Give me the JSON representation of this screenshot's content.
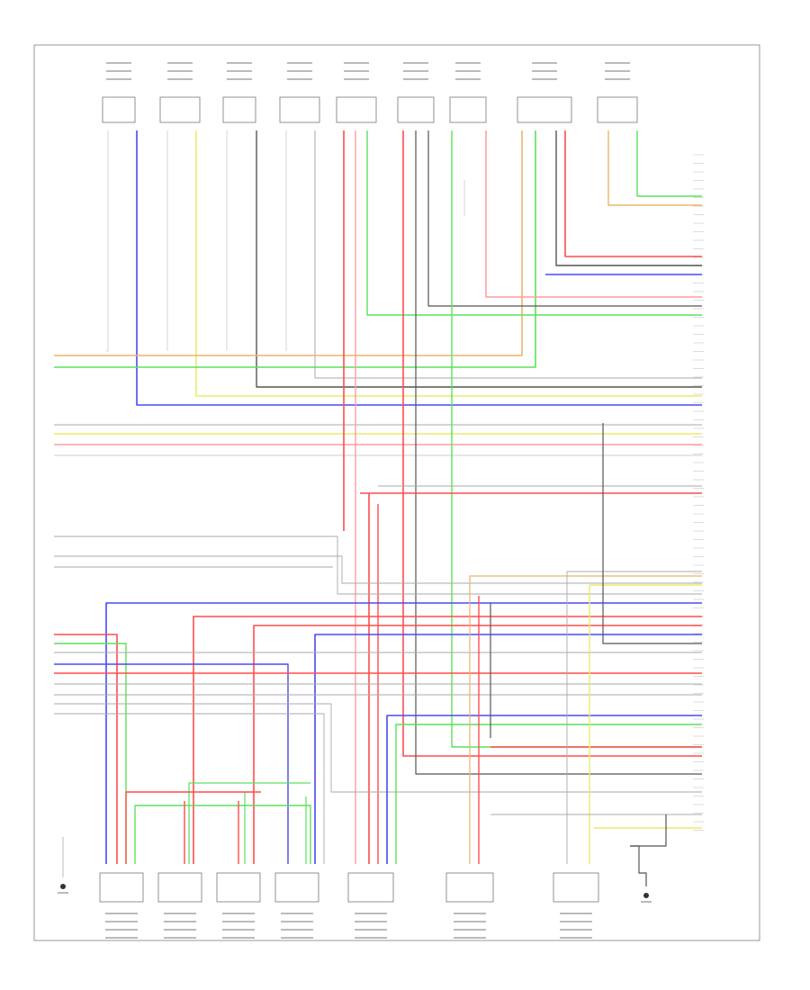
{
  "diagram": {
    "footer_code": "",
    "colors": {
      "red": "#ff4d4d",
      "pink": "#ff9e9e",
      "blue": "#4a4af5",
      "green": "#5ce05c",
      "yellow": "#ebeb6c",
      "orange": "#e9b56b",
      "dark_gray": "#555555",
      "gray": "#aaaaaa",
      "light_gray": "#cccccc",
      "frame": "#999999"
    },
    "top_components": [
      {
        "id": "top-1",
        "label": ""
      },
      {
        "id": "top-2",
        "label": ""
      },
      {
        "id": "top-3",
        "label": ""
      },
      {
        "id": "top-4",
        "label": ""
      },
      {
        "id": "top-5",
        "label": ""
      },
      {
        "id": "top-6",
        "label": ""
      },
      {
        "id": "top-7",
        "label": ""
      },
      {
        "id": "top-8",
        "label": ""
      },
      {
        "id": "top-9",
        "label": ""
      }
    ],
    "bottom_components": [
      {
        "id": "bottom-1",
        "label": ""
      },
      {
        "id": "bottom-2",
        "label": ""
      },
      {
        "id": "bottom-3",
        "label": ""
      },
      {
        "id": "bottom-4",
        "label": ""
      },
      {
        "id": "bottom-5",
        "label": ""
      },
      {
        "id": "bottom-6",
        "label": ""
      },
      {
        "id": "bottom-7",
        "label": ""
      }
    ],
    "grounds": [
      {
        "id": "ground-left",
        "label": ""
      },
      {
        "id": "ground-right",
        "label": ""
      }
    ]
  }
}
